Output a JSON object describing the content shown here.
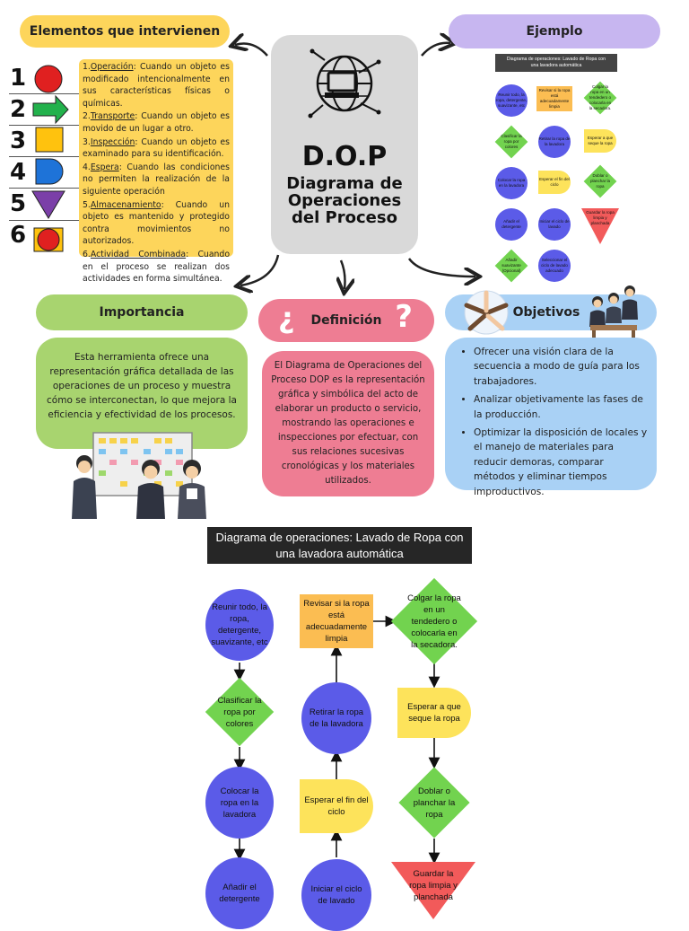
{
  "elements": {
    "title": "Elementos que intervienen",
    "items": [
      {
        "number": "1",
        "term": "Operación",
        "desc": ": Cuando un objeto es modificado intencionalmente en sus características físicas o químicas.",
        "color": "#e02020"
      },
      {
        "number": "2",
        "term": "Transporte",
        "desc": ": Cuando un objeto es movido de un lugar a otro.",
        "color": "#22b14c"
      },
      {
        "number": "3",
        "term": "Inspección",
        "desc": ": Cuando un objeto es examinado para su identificación.",
        "color": "#ffc20e"
      },
      {
        "number": "4",
        "term": "Espera",
        "desc": ": Cuando las condiciones no permiten la realización de la siguiente operación",
        "color": "#1e73d8"
      },
      {
        "number": "5",
        "term": "Almacenamiento",
        "desc": ": Cuando un objeto es mantenido y protegido contra movimientos no autorizados.",
        "color": "#7b3fa8"
      },
      {
        "number": "6",
        "term": "Actividad Combinada",
        "desc": ": Cuando en el proceso se realizan dos actividades en forma simultánea.",
        "color": "#e02020"
      }
    ]
  },
  "center": {
    "abbr": "D.O.P",
    "line1": "Diagrama de",
    "line2": "Operaciones",
    "line3": "del Proceso"
  },
  "example": {
    "title": "Ejemplo"
  },
  "importance": {
    "title": "Importancia",
    "text": "Esta herramienta ofrece una representación gráfica detallada de las operaciones de un proceso y muestra cómo se interconectan, lo que mejora la eficiencia y efectividad de los procesos."
  },
  "definition": {
    "title": "Definición",
    "q_open": "¿",
    "q_close": "?",
    "text": "El Diagrama de Operaciones del Proceso DOP es la representación gráfica y simbólica del acto de elaborar un producto o servicio, mostrando las operaciones e inspecciones por efectuar, con sus relaciones sucesivas cronológicas y los materiales utilizados."
  },
  "objectives": {
    "title": "Objetivos",
    "items": [
      "Ofrecer una visión clara de la secuencia a modo de guía para los trabajadores.",
      "Analizar objetivamente las fases de la producción.",
      "Optimizar la disposición de locales y el manejo de materiales para reducir demoras, comparar métodos y eliminar tiempos improductivos."
    ]
  },
  "diagram": {
    "title_line1": "Diagrama de operaciones: Lavado de Ropa con",
    "title_line2": "una lavadora automática",
    "nodes": {
      "n1": "Reunir todo, la ropa, detergente, suavizante, etc",
      "n2": "Clasificar la ropa por colores",
      "n3": "Colocar la ropa en la lavadora",
      "n4": "Añadir el detergente",
      "n5": "Iniciar el ciclo de lavado",
      "n6": "Esperar el fin del ciclo",
      "n7": "Retirar la ropa de la lavadora",
      "n8": "Revisar si la ropa está adecuadamente limpia",
      "n9": "Colgar la ropa en un tendedero o colocarla en la secadora.",
      "n10": "Esperar a que seque la ropa",
      "n11": "Doblar o planchar la ropa",
      "n12": "Guardar la ropa limpia y planchada"
    },
    "mini_extra": "Añadir suavizante (Opcional)",
    "mini_extra2": "Seleccionar el ciclo de lavado adecuado"
  },
  "colors": {
    "yellow": "#fdd55b",
    "purple": "#c7b6f0",
    "green": "#a8d46f",
    "pink": "#ee7d93",
    "blue": "#a9d1f5",
    "node_blue": "#5b5be8",
    "node_green": "#72d34f",
    "node_orange": "#fbbd52",
    "node_yellow": "#fde35b",
    "node_red": "#f25a5a"
  }
}
